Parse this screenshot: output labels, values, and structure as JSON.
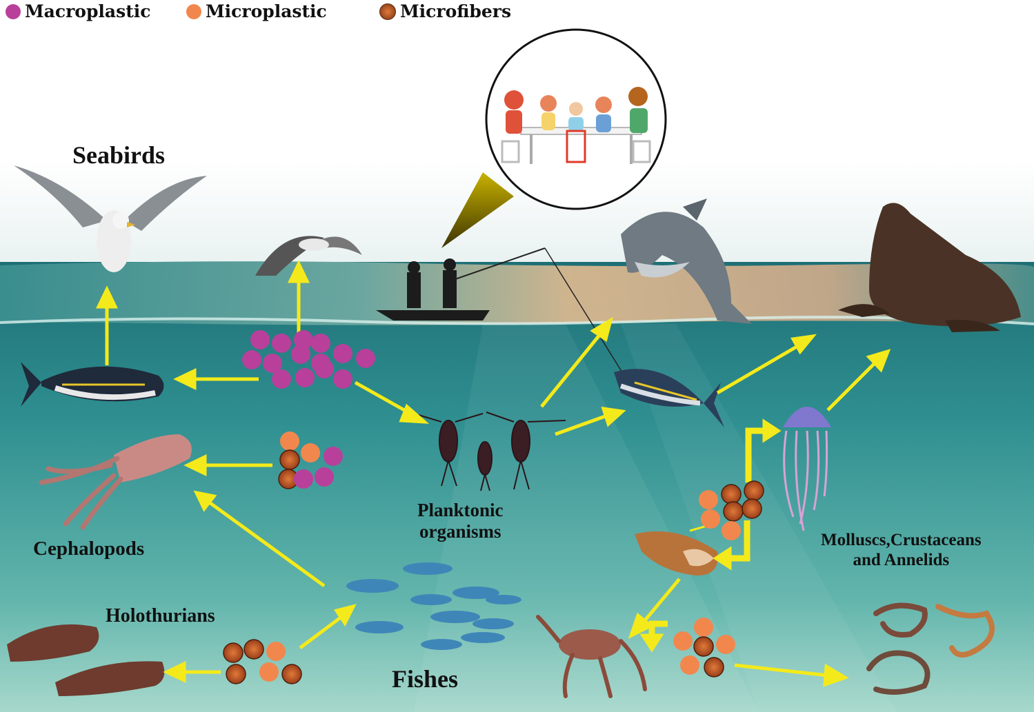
{
  "legend": {
    "macroplastic": {
      "label": "Macroplastic",
      "color": "#b8409b"
    },
    "microplastic": {
      "label": "Microplastic",
      "color": "#f2874e"
    },
    "microfibers": {
      "label": "Microfibers",
      "color": "#c45a2a"
    }
  },
  "labels": {
    "seabirds": "Seabirds",
    "cephalopods": "Cephalopods",
    "holothurians": "Holothurians",
    "fishes": "Fishes",
    "planktonic_line1": "Planktonic",
    "planktonic_line2": "organisms",
    "molluscs_line1": "Molluscs,Crustaceans",
    "molluscs_line2": "and Annelids"
  },
  "colors": {
    "arrow": "#f4ea1b",
    "sky": "#ffffff",
    "water_top": "#3f9a9a",
    "water_bottom": "#bfe3d8"
  }
}
